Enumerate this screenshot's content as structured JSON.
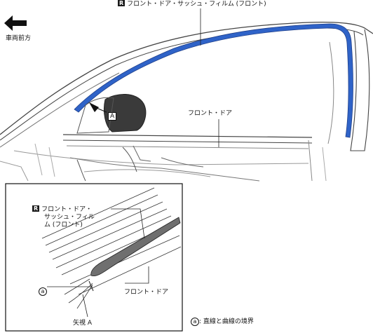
{
  "callouts": {
    "main_r_icon": "R",
    "main_film": "フロント・ドア・サッシュ・フィルム (フロント)",
    "vehicle_front": "車両前方",
    "view_a_tag": "A",
    "front_door_main": "フロント・ドア",
    "detail_r_icon": "R",
    "detail_film_line1": "フロント・ドア・",
    "detail_film_line2": "サッシュ・フィル",
    "detail_film_line3": "ム (フロント)",
    "detail_front_door": "フロント・ドア",
    "point_a_symbol": "a",
    "view_a_label": "矢視 A",
    "legend_symbol": "a",
    "legend_text": ": 直線と曲線の境界"
  },
  "colors": {
    "film_blue": "#2f63c8",
    "film_gray": "#6f6f6f",
    "line": "#222222",
    "mirror": "#3a3a3a"
  },
  "icons": [
    "arrow-left-icon",
    "r-marker-icon",
    "circled-a-icon"
  ]
}
